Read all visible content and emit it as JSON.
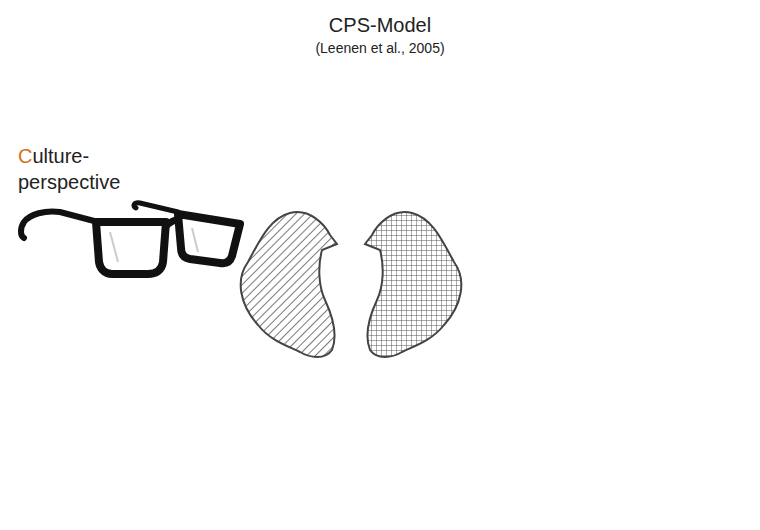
{
  "diagram": {
    "title": "CPS-Model",
    "labels": [
      "(Leenen et al., 2005)",
      "Culture- perspective"
    ]
  }
}
